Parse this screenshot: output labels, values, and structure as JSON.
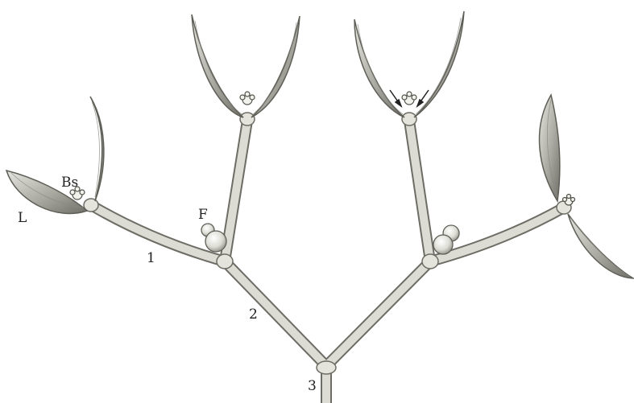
{
  "labels": {
    "leaf": "L",
    "bud_scar": "Bs",
    "fruit": "F",
    "internode_1": "1",
    "internode_2": "2",
    "internode_3": "3"
  },
  "colors": {
    "stem_fill": "#d9d9d2",
    "stem_outline": "#6d6d66",
    "leaf_fill": "#b9b9b2",
    "leaf_dark": "#7d7d76",
    "background": "#ffffff",
    "label": "#222222"
  }
}
